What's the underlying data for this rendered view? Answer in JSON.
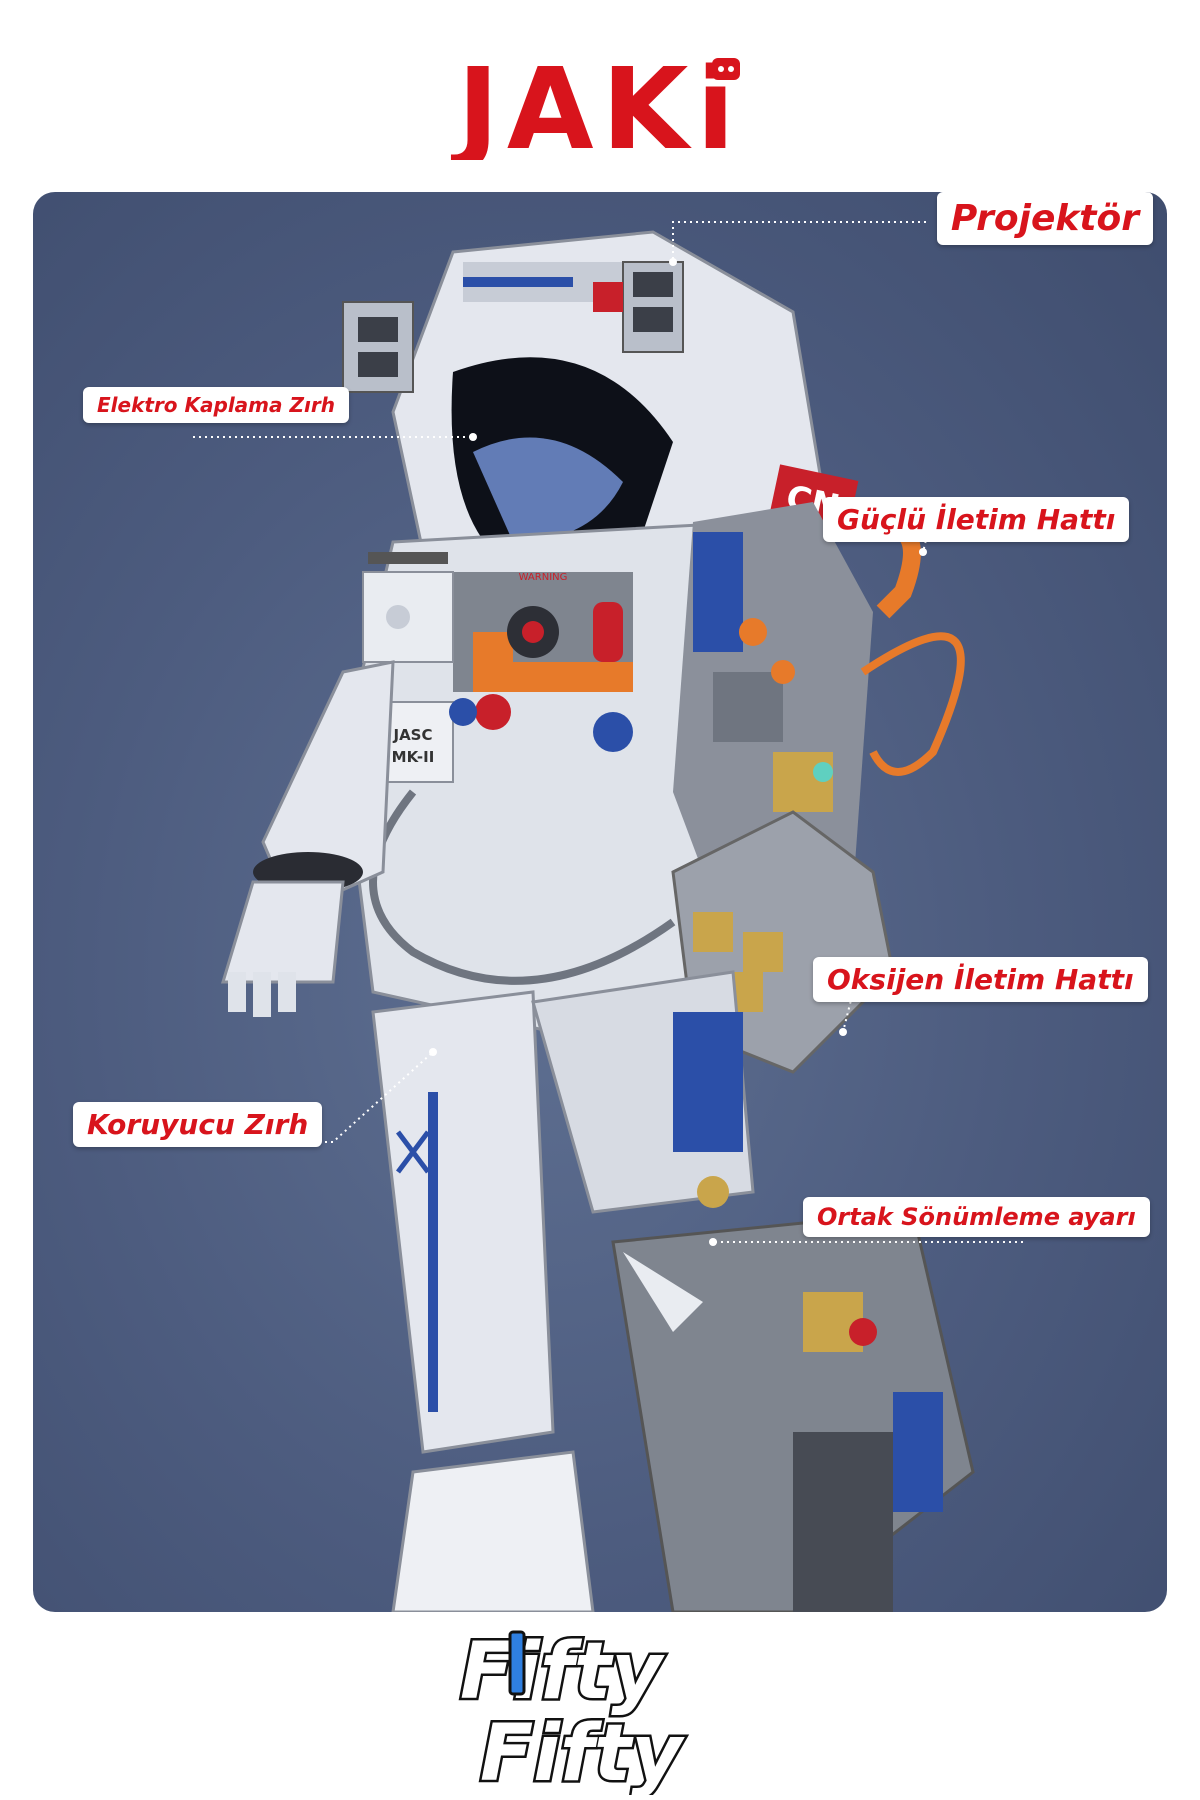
{
  "brand": {
    "name": "JAKi",
    "color": "#d8141c"
  },
  "callouts": {
    "projector": "Projektör",
    "electro_armor": "Elektro Kaplama Zırh",
    "power_line": "Güçlü İletim Hattı",
    "oxygen_line": "Oksijen İletim Hattı",
    "protective_armor": "Koruyucu Zırh",
    "damping": "Ortak Sönümleme ayarı"
  },
  "figure_labels": {
    "warning": "WARNING",
    "model_line1": "JASC",
    "model_line2": "MK-II",
    "flag_code": "CN"
  },
  "footer": {
    "line1": "Fifty",
    "line2": "Fifty"
  },
  "colors": {
    "panel_bg": "#4c5b7e",
    "callout_text": "#d8141c",
    "figure_white": "#e4e7ee",
    "figure_gray": "#8a8f9a",
    "accent_orange": "#e77a2a",
    "accent_blue": "#2b4fa8",
    "accent_red": "#c8202a",
    "footer_blue": "#2f7fe0"
  }
}
